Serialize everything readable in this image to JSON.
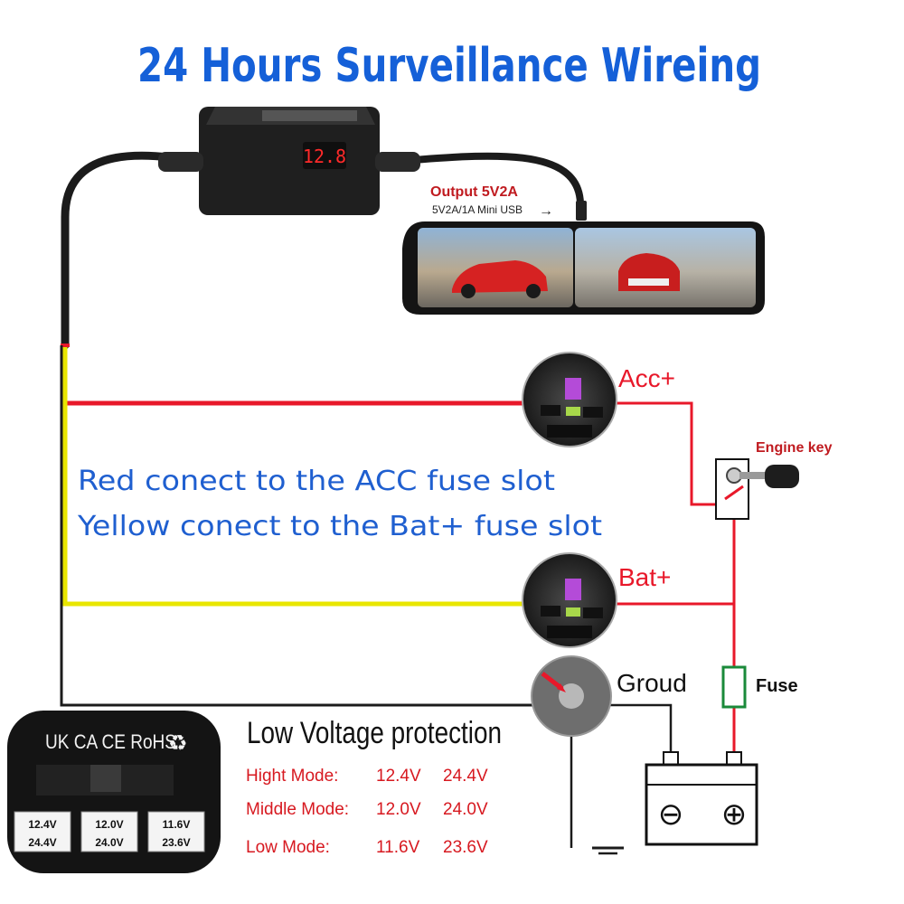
{
  "title": "24 Hours Surveillance Wireing",
  "output": {
    "label": "Output 5V2A",
    "sub": "5V2A/1A Mini USB"
  },
  "module": {
    "display": "12.8"
  },
  "labels": {
    "acc": "Acc+",
    "bat": "Bat+",
    "engine_key": "Engine key",
    "ground": "Groud",
    "fuse": "Fuse"
  },
  "instructions": {
    "line1": "Red conect to the ACC fuse slot",
    "line2": "Yellow conect to the Bat+ fuse slot"
  },
  "battery": {
    "minus": "⊖",
    "plus": "⊕"
  },
  "badge": {
    "certs": "UK CA CE RoHS",
    "switches": [
      {
        "top": "12.4V",
        "bottom": "24.4V"
      },
      {
        "top": "12.0V",
        "bottom": "24.0V"
      },
      {
        "top": "11.6V",
        "bottom": "23.6V"
      }
    ]
  },
  "protection": {
    "heading": "Low Voltage protection",
    "modes": [
      {
        "name": "Hight Mode:",
        "v12": "12.4V",
        "v24": "24.4V"
      },
      {
        "name": "Middle Mode:",
        "v12": "12.0V",
        "v24": "24.0V"
      },
      {
        "name": "Low Mode:",
        "v12": "11.6V",
        "v24": "23.6V"
      }
    ]
  },
  "colors": {
    "title_blue": "#1560d8",
    "note_blue": "#1f5fd0",
    "wire_red": "#e8182a",
    "wire_yellow": "#e8e600",
    "mode_red": "#d71920"
  }
}
